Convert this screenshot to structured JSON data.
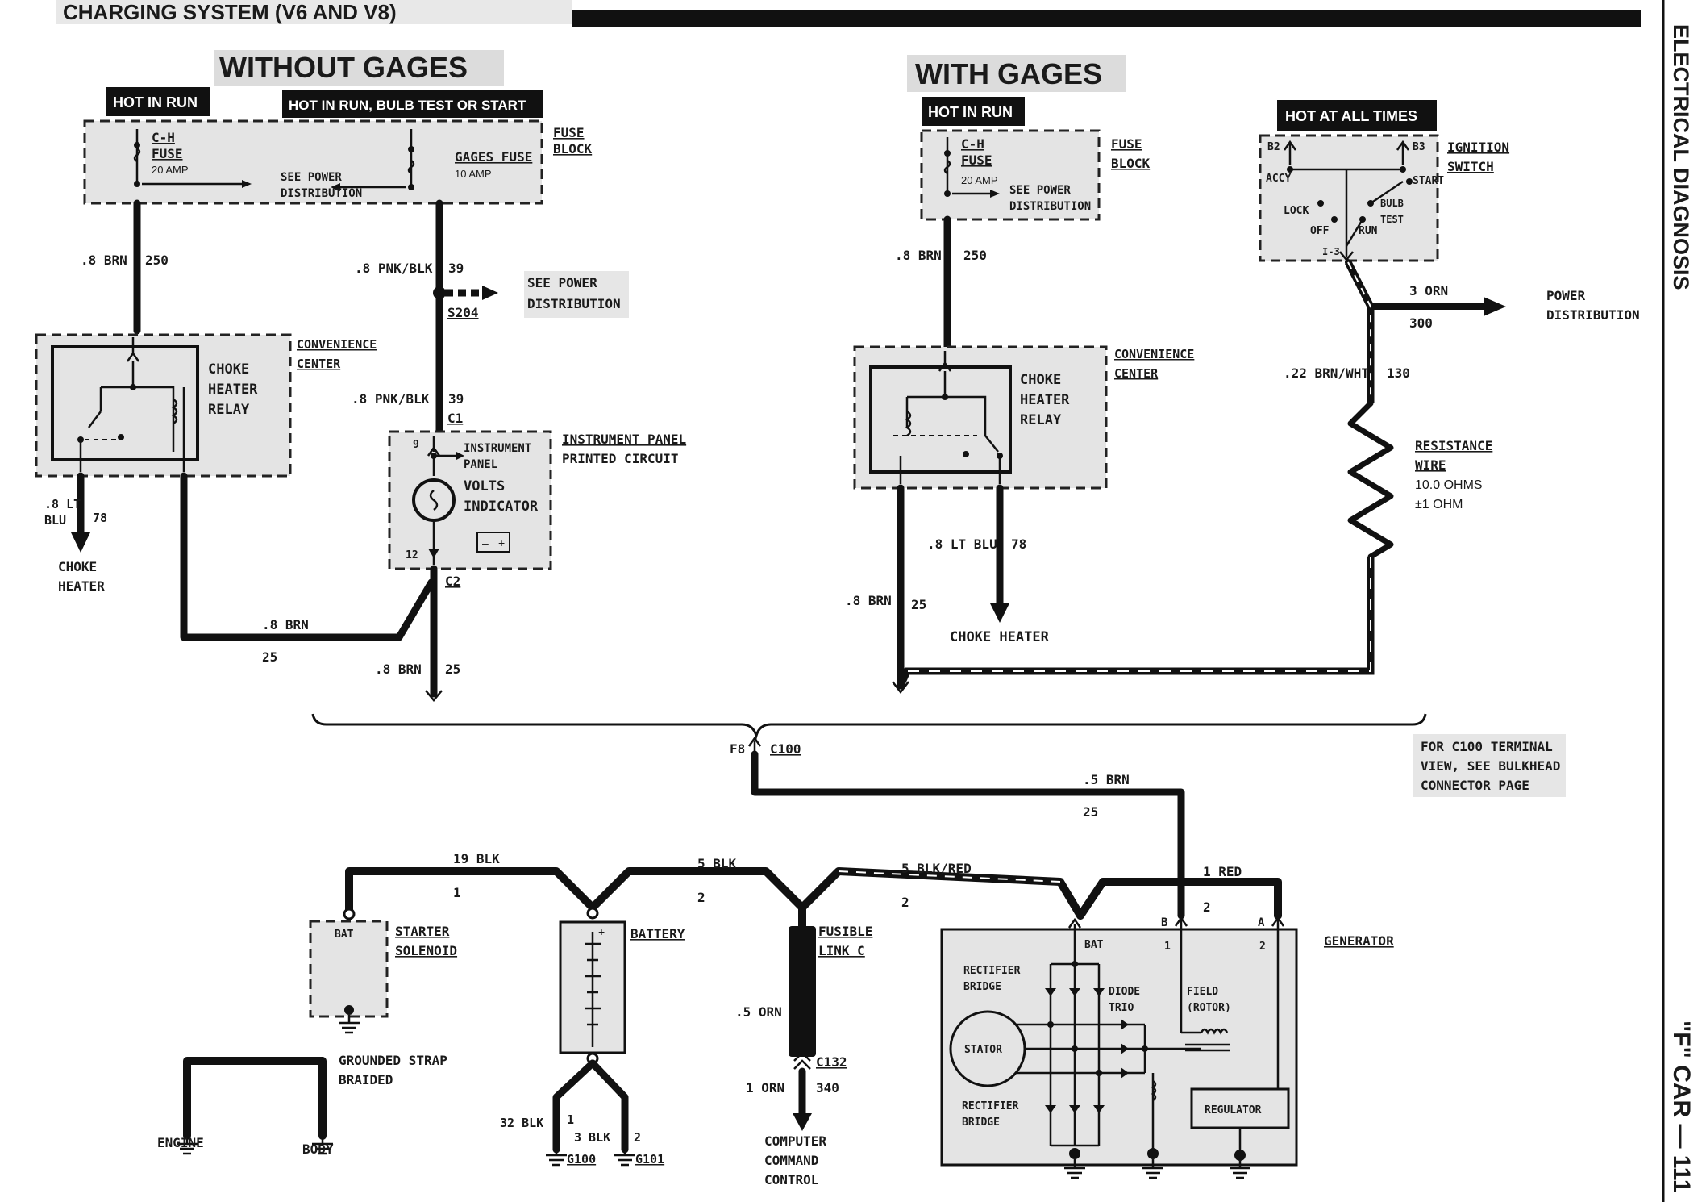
{
  "header": {
    "title": "CHARGING SYSTEM (V6 AND V8)",
    "side_title": "ELECTRICAL DIAGNOSIS",
    "page_label": "\"F\" CAR — 111"
  },
  "sections": {
    "without_gages": "WITHOUT GAGES",
    "with_gages": "WITH GAGES"
  },
  "tags": {
    "hot_in_run_left": "HOT IN RUN",
    "hot_in_run_bulb": "HOT IN RUN, BULB TEST OR START",
    "hot_in_run_right": "HOT IN RUN",
    "hot_all_times": "HOT AT ALL TIMES"
  },
  "fuse_block_left": {
    "label": [
      "FUSE",
      "BLOCK"
    ],
    "ch_fuse": [
      "C-H",
      "FUSE"
    ],
    "ch_amp": "20 AMP",
    "gages_fuse": "GAGES FUSE",
    "gages_amp": "10 AMP",
    "see_power": [
      "SEE POWER",
      "DISTRIBUTION"
    ]
  },
  "fuse_block_right": {
    "label": [
      "FUSE",
      "BLOCK"
    ],
    "ch_fuse": [
      "C-H",
      "FUSE"
    ],
    "ch_amp": "20 AMP",
    "see_power": [
      "SEE POWER",
      "DISTRIBUTION"
    ]
  },
  "ignition_switch": {
    "label": [
      "IGNITION",
      "SWITCH"
    ],
    "b2": "B2",
    "b3": "B3",
    "accy": "ACCY",
    "start": "START",
    "lock": "LOCK",
    "bulb": [
      "BULB",
      "TEST"
    ],
    "off": "OFF",
    "run": "RUN",
    "i3": "I-3"
  },
  "convenience_left": {
    "label": [
      "CONVENIENCE",
      "CENTER"
    ],
    "relay": [
      "CHOKE",
      "HEATER",
      "RELAY"
    ]
  },
  "convenience_right": {
    "label": [
      "CONVENIENCE",
      "CENTER"
    ],
    "relay": [
      "CHOKE",
      "HEATER",
      "RELAY"
    ]
  },
  "instrument_panel": {
    "label": [
      "INSTRUMENT PANEL",
      "PRINTED CIRCUIT"
    ],
    "inner": [
      "INSTRUMENT",
      "PANEL"
    ],
    "volts": [
      "VOLTS",
      "INDICATOR"
    ],
    "pin9": "9",
    "pin12": "12"
  },
  "wires_left": {
    "w250": ".8 BRN",
    "w250_num": "250",
    "w39a": ".8 PNK/BLK",
    "w39a_num": "39",
    "s204": "S204",
    "see_power": [
      "SEE POWER",
      "DISTRIBUTION"
    ],
    "w39b": ".8 PNK/BLK",
    "w39b_num": "39",
    "c1": "C1",
    "w78": [
      ".8 LT",
      "BLU"
    ],
    "w78_num": "78",
    "choke_heater": [
      "CHOKE",
      "HEATER"
    ],
    "c2": "C2",
    "w25a": ".8 BRN",
    "w25a_num": "25",
    "w25b": ".8 BRN",
    "w25b_num": "25"
  },
  "wires_right": {
    "w250": ".8 BRN",
    "w250_num": "250",
    "w78": ".8 LT BLU",
    "w78_num": "78",
    "choke_heater": "CHOKE HEATER",
    "w25": ".8 BRN",
    "w25_num": "25",
    "w300": "3 ORN",
    "w300_num": "300",
    "power_dist": [
      "POWER",
      "DISTRIBUTION"
    ],
    "w130": ".22 BRN/WHT",
    "w130_num": "130",
    "resistance": [
      "RESISTANCE",
      "WIRE"
    ],
    "ohms": [
      "10.0 OHMS",
      "±1 OHM"
    ]
  },
  "bottom": {
    "f8": "F8",
    "c100": "C100",
    "c100_note": [
      "FOR C100 TERMINAL",
      "VIEW, SEE BULKHEAD",
      "CONNECTOR PAGE"
    ],
    "w25": ".5 BRN",
    "w25_num": "25",
    "w19": "19 BLK",
    "w19_num": "1",
    "w5": "5 BLK",
    "w5_num": "2",
    "w5r": "5 BLK/RED",
    "w5r_num": "2",
    "w1r": "1 RED",
    "w1r_num": "2",
    "bat": "BAT",
    "starter": [
      "STARTER",
      "SOLENOID"
    ],
    "battery": "BATTERY",
    "fusible": [
      "FUSIBLE",
      "LINK C"
    ],
    "orn5": ".5 ORN",
    "c132": "C132",
    "orn1": "1 ORN",
    "orn1_num": "340",
    "computer": [
      "COMPUTER",
      "COMMAND",
      "CONTROL"
    ],
    "grounded": [
      "GROUNDED STRAP",
      "BRAIDED"
    ],
    "engine": "ENGINE",
    "body": "BODY",
    "g32": "32 BLK",
    "g32_num": "1",
    "g3": "3 BLK",
    "g3_num": "2",
    "g100": "G100",
    "g101": "G101",
    "generator": "GENERATOR",
    "gen_b": "B",
    "gen_a": "A",
    "gen_1": "1",
    "gen_2": "2",
    "gen_bat": "BAT",
    "rect_top": [
      "RECTIFIER",
      "BRIDGE"
    ],
    "rect_bot": [
      "RECTIFIER",
      "BRIDGE"
    ],
    "diode": [
      "DIODE",
      "TRIO"
    ],
    "field": [
      "FIELD",
      "(ROTOR)"
    ],
    "stator": "STATOR",
    "regulator": "REGULATOR"
  }
}
